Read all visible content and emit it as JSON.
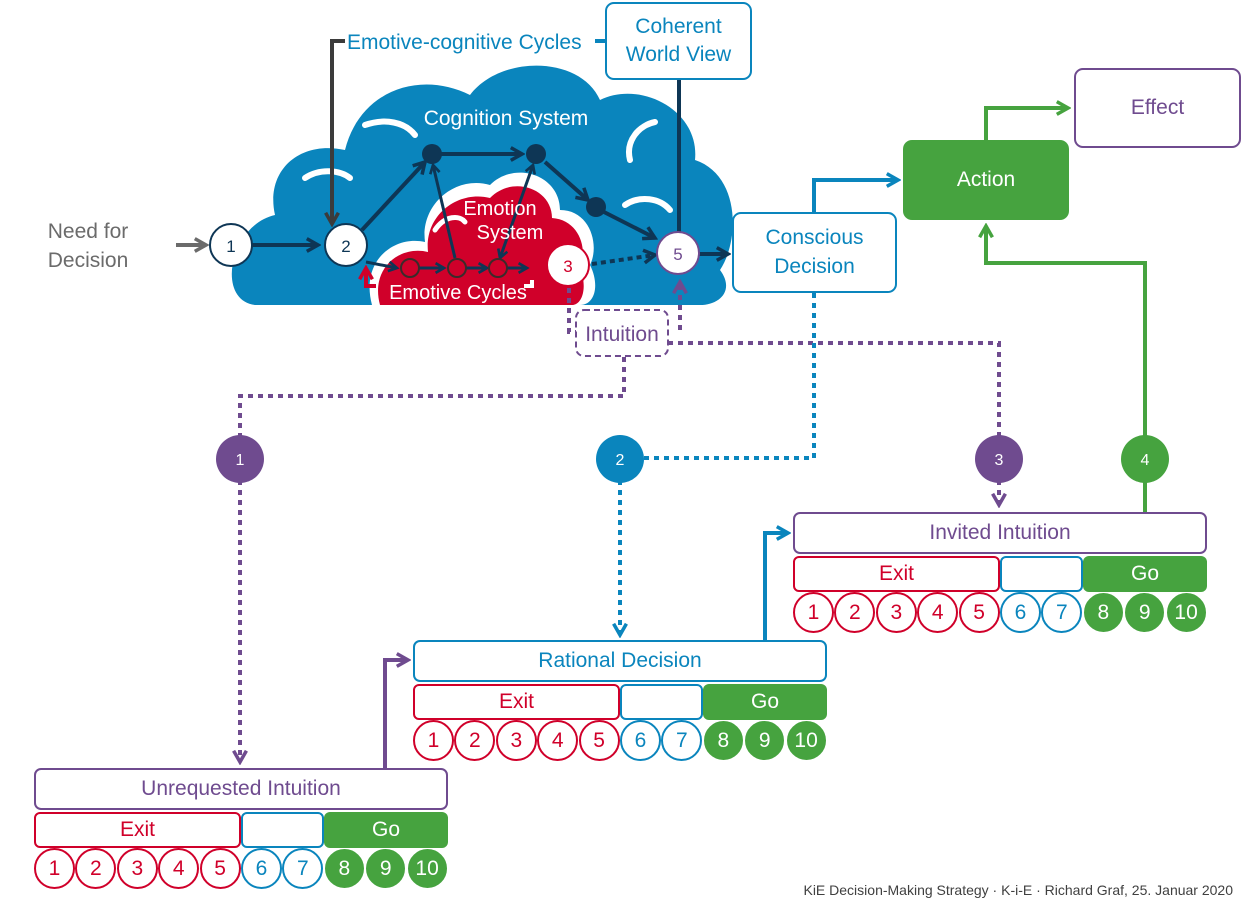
{
  "colors": {
    "purple": "#6f4b8f",
    "blue": "#0a85bd",
    "navy": "#0e3655",
    "red": "#d0002a",
    "green": "#46a33f",
    "gray": "#6b6b6b",
    "cloud_blue": "#0a85bd"
  },
  "top": {
    "need_for_decision": [
      "Need for",
      "Decision"
    ],
    "emotive_cognitive_cycles": "Emotive-cognitive Cycles",
    "coherent_world_view": [
      "Coherent",
      "World View"
    ],
    "cognition_system": "Cognition System",
    "emotion_system": [
      "Emotion",
      "System"
    ],
    "emotive_cycles": "Emotive Cycles",
    "intuition": "Intuition",
    "nodes": {
      "n1": "1",
      "n2": "2",
      "n3": "3",
      "n5": "5"
    },
    "conscious_decision": [
      "Conscious",
      "Decision"
    ],
    "action": "Action",
    "effect": "Effect"
  },
  "path_markers": [
    {
      "label": "1",
      "color": "purple"
    },
    {
      "label": "2",
      "color": "blue"
    },
    {
      "label": "3",
      "color": "purple"
    },
    {
      "label": "4",
      "color": "green"
    }
  ],
  "stages": [
    {
      "id": "unrequested",
      "title": "Unrequested Intuition",
      "title_color": "purple"
    },
    {
      "id": "rational",
      "title": "Rational Decision",
      "title_color": "blue"
    },
    {
      "id": "invited",
      "title": "Invited Intuition",
      "title_color": "purple"
    }
  ],
  "scale": {
    "exit_label": "Exit",
    "middle_label": "",
    "go_label": "Go",
    "values": [
      {
        "n": "1",
        "zone": "exit"
      },
      {
        "n": "2",
        "zone": "exit"
      },
      {
        "n": "3",
        "zone": "exit"
      },
      {
        "n": "4",
        "zone": "exit"
      },
      {
        "n": "5",
        "zone": "exit"
      },
      {
        "n": "6",
        "zone": "middle"
      },
      {
        "n": "7",
        "zone": "middle"
      },
      {
        "n": "8",
        "zone": "go"
      },
      {
        "n": "9",
        "zone": "go"
      },
      {
        "n": "10",
        "zone": "go"
      }
    ]
  },
  "footer": "KiE Decision-Making Strategy · K-i-E · Richard Graf, 25. Januar 2020"
}
